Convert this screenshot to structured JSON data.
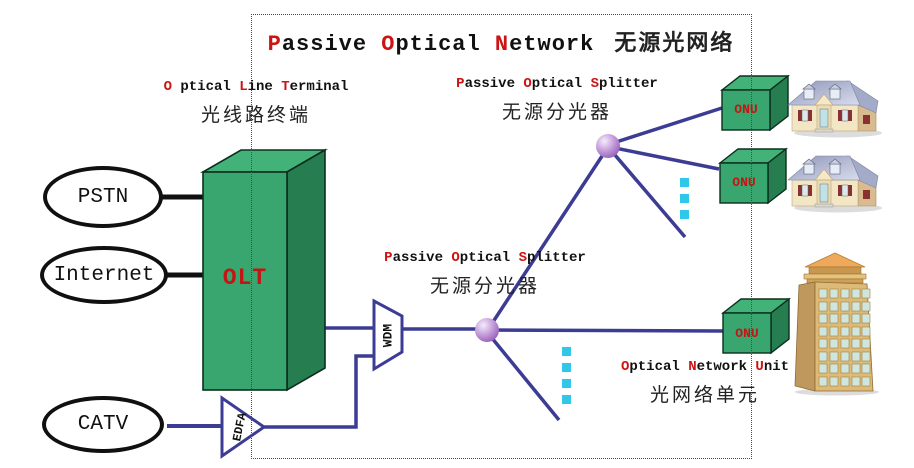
{
  "title": {
    "seg": [
      "P",
      "assive ",
      "O",
      "ptical ",
      "N",
      "etwork"
    ],
    "cn": "无源光网络"
  },
  "labels": {
    "olt": {
      "seg": [
        "O",
        " ptical ",
        "L",
        "ine ",
        "T",
        "erminal"
      ],
      "cn": "光线路终端"
    },
    "splitter": {
      "seg": [
        "P",
        "assive ",
        "O",
        "ptical ",
        "S",
        "plitter"
      ],
      "cn": "无源分光器"
    },
    "onu": {
      "seg": [
        "O",
        "ptical ",
        "N",
        "etwork ",
        "U",
        "nit"
      ],
      "cn": "光网络单元"
    }
  },
  "nodes": {
    "olt": "OLT",
    "wdm": "WDM",
    "edfa": "EDFA",
    "onu": "ONU",
    "pstn": "PSTN",
    "internet": "Internet",
    "catv": "CATV"
  },
  "colors": {
    "accent_red": "#CC1414",
    "line_navy": "#3C3C94",
    "box_green_front": "#39A56F",
    "box_green_top": "#43B279",
    "box_green_side": "#267E50",
    "splitter_purple": "#B07CC8",
    "cyan_dash": "#30C8E8",
    "outline_black": "#101010",
    "border_dotted": "#44447E"
  }
}
